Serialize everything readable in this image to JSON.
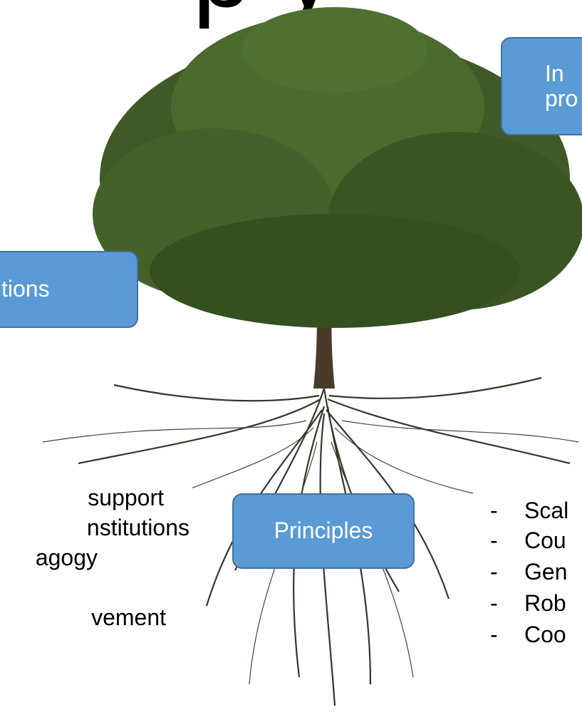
{
  "title_fragment": "p y",
  "callouts": {
    "left": "tions",
    "right": [
      "In",
      "pro"
    ],
    "center": "Principles"
  },
  "left_list": [
    "support",
    "nstitutions",
    "agogy",
    "vement"
  ],
  "right_list": {
    "bullet": "-",
    "items": [
      "Scal",
      "Cou",
      "Gen",
      "Rob",
      "Coo"
    ]
  },
  "colors": {
    "callout_fill": "#5b9bd5",
    "callout_border": "#41719c",
    "foliage": "#3f5a26",
    "trunk": "#4a3a2a",
    "roots": "#3b342c"
  }
}
